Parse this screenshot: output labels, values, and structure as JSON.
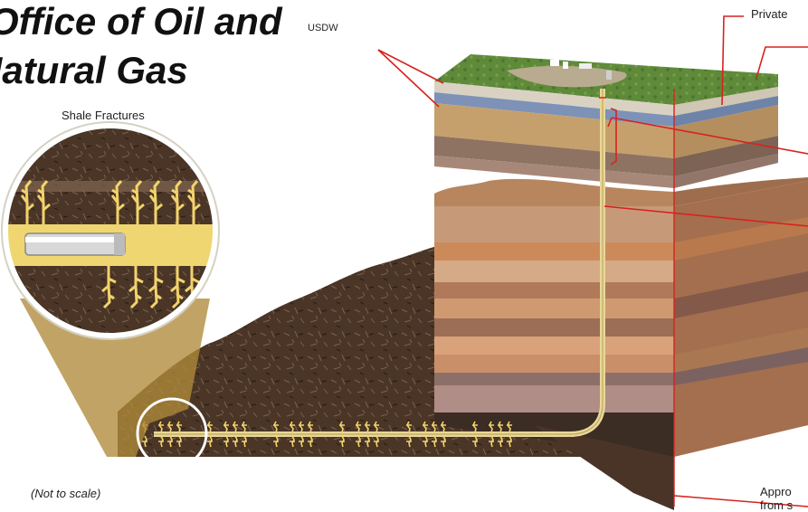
{
  "title": {
    "line1": "Office of Oil and",
    "line2": "Natural Gas"
  },
  "labels": {
    "usdw": "USDW",
    "shale_fractures": "Shale Fractures",
    "private": "Private",
    "not_to_scale": "(Not to scale)",
    "approx_line1": "Appro",
    "approx_line2": "from s"
  },
  "colors": {
    "grass": "#5f8a3a",
    "aquifer_blue": "#7f93b8",
    "soil_tan": "#c9a473",
    "rock_brown": "#4e3a2c",
    "wellbore": "#e8d79a",
    "fracture": "#f2d36b",
    "pointer_red": "#d8221f"
  }
}
